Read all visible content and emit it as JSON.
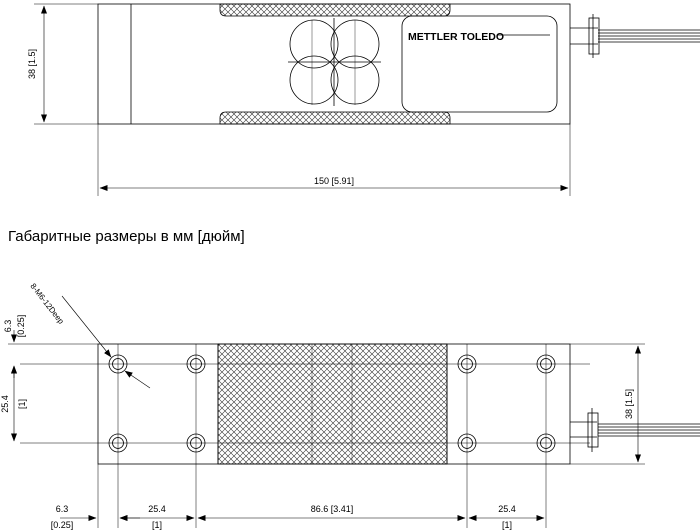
{
  "caption": "Габаритные размеры в мм [дюйм]",
  "top_view": {
    "brand": "METTLER TOLEDO",
    "height_dim": "38 [1.5]",
    "length_dim": "150 [5.91]"
  },
  "bottom_view": {
    "thread_note": "8-M6-12Deep",
    "edge_offset_value": "6.3",
    "edge_offset_inch": "[0.25]",
    "hole_pitch_value": "25.4",
    "hole_pitch_inch": "[1]",
    "height_dim": "38 [1.5]",
    "bottom_dims": [
      {
        "value": "6.3",
        "inch": "[0.25]"
      },
      {
        "value": "25.4",
        "inch": "[1]"
      },
      {
        "value": "86.6 [3.41]",
        "inch": ""
      },
      {
        "value": "25.4",
        "inch": "[1]"
      }
    ]
  }
}
